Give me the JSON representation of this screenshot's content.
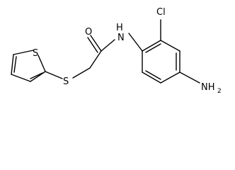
{
  "molecule": {
    "atoms": {
      "o_carbonyl": "O",
      "n_amide": "N",
      "h_amide": "H",
      "cl": "Cl",
      "nh2_n": "NH",
      "nh2_sub": "2",
      "s_thioether": "S",
      "s_thiophene": "S"
    }
  }
}
